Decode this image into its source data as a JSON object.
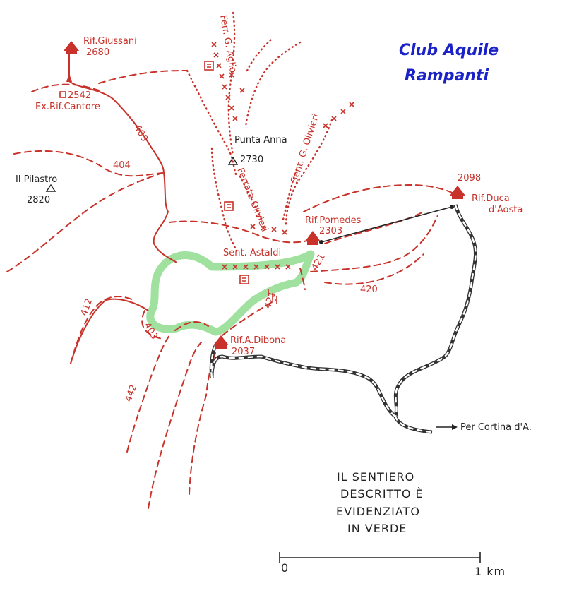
{
  "title": {
    "line1": "Club Aquile",
    "line2": "Rampanti"
  },
  "huts": [
    {
      "name": "Rif.Giussani",
      "alt": "2680"
    },
    {
      "name": "Rif.Pomedes",
      "alt": "2303"
    },
    {
      "name": "Rif.Duca",
      "name2": "d'Aosta",
      "alt": "2098"
    },
    {
      "name": "Rif.A.Dibona",
      "alt": "2037"
    }
  ],
  "peaks": [
    {
      "name": "Punta Anna",
      "alt": "2730"
    },
    {
      "name": "Il Pilastro",
      "alt": "2820"
    }
  ],
  "ex_refuge": {
    "name": "Ex.Rif.Cantore",
    "alt": "2542"
  },
  "trail_numbers": [
    "403",
    "404",
    "412",
    "403",
    "442",
    "421",
    "421",
    "420"
  ],
  "path_names": {
    "ferrata_aglio": "Ferr. G. Aglio",
    "ferrata_olivieri": "Ferrata Olivieri",
    "sent_olivieri": "Sent. G. Olivieri",
    "sent_astaldi": "Sent. Astaldi"
  },
  "cortina": "Per Cortina d'A.",
  "note": [
    "IL SENTIERO",
    "DESCRITTO È",
    "EVIDENZIATO",
    "IN VERDE"
  ],
  "scale": {
    "start": "0",
    "end": "1 km"
  },
  "colors": {
    "trail": "#c8322a",
    "highlight": "#8fdc8f",
    "title": "#1a22c8"
  }
}
